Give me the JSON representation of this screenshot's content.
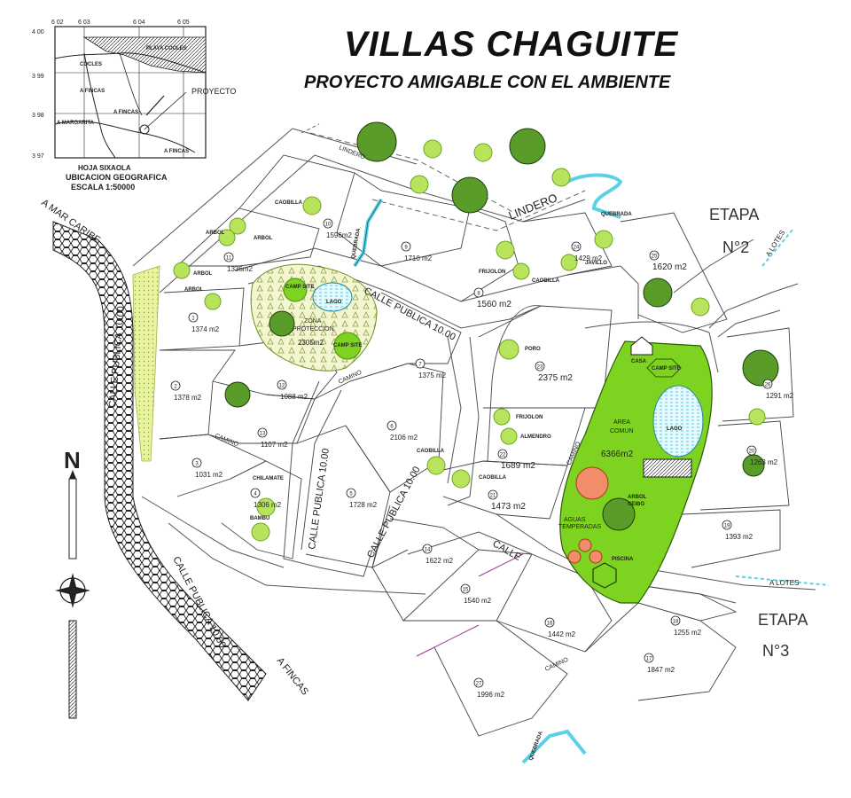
{
  "header": {
    "title": "VILLAS CHAGUITE",
    "subtitle": "PROYECTO  AMIGABLE CON EL AMBIENTE"
  },
  "location_map": {
    "x_ticks": [
      "6 02",
      "6 03",
      "6 04",
      "6 05"
    ],
    "y_ticks": [
      "4 00",
      "3 99",
      "3 98",
      "3 97"
    ],
    "places": [
      "COCLES",
      "A FINCAS",
      "A FINCAS",
      "A FINCAS",
      "A MARGARITA",
      "PLAYA COCLES"
    ],
    "project_label": "PROYECTO",
    "sheet": "HOJA SIXAOLA",
    "caption1": "UBICACION GEOGRAFICA",
    "caption2": "ESCALA 1:50000"
  },
  "directions": {
    "mar_caribe": "A MAR CARIBE",
    "fincas": "A FINCAS",
    "lotes1": "A LOTES",
    "lotes2": "A LOTES",
    "north": "N"
  },
  "streets": {
    "publica_west": "CALLE PUBLICA 10.00",
    "publica_center": "CALLE PUBLICA 10.00",
    "publica_mid": "CALLE PUBLICA 10.00",
    "publica_south": "CALLE PUBLICA 10.00",
    "publica_east": "CALLE PUBLICA 10.00",
    "calle": "CALLE",
    "camino1": "CAMINO",
    "camino2": "CAMINO",
    "camino3": "CAMINO",
    "camino4": "CAMINO",
    "lindero1": "LINDERO",
    "lindero2": "LINDERO",
    "quebrada1": "QUEBRADA",
    "quebrada2": "QUEBRADA",
    "quebrada3": "QUEBRADA"
  },
  "etapas": {
    "e2_label": "ETAPA",
    "e2_num": "N°2",
    "e3_label": "ETAPA",
    "e3_num": "N°3"
  },
  "lots": [
    {
      "num": "1",
      "area": "1374 m2"
    },
    {
      "num": "2",
      "area": "1378 m2"
    },
    {
      "num": "3",
      "area": "1031 m2"
    },
    {
      "num": "4",
      "area": "1306 m2"
    },
    {
      "num": "5",
      "area": "1728 m2"
    },
    {
      "num": "6",
      "area": "2106 m2"
    },
    {
      "num": "7",
      "area": "1375 m2"
    },
    {
      "num": "8",
      "area": "1560 m2"
    },
    {
      "num": "9",
      "area": "1710 m2"
    },
    {
      "num": "10",
      "area": "1596m2"
    },
    {
      "num": "11",
      "area": "1336m2"
    },
    {
      "num": "12",
      "area": "1088 m2"
    },
    {
      "num": "13",
      "area": "1107 m2"
    },
    {
      "num": "14",
      "area": "1622 m2"
    },
    {
      "num": "15",
      "area": "1540 m2"
    },
    {
      "num": "16",
      "area": "1442 m2"
    },
    {
      "num": "17",
      "area": "1847 m2"
    },
    {
      "num": "18",
      "area": "1255 m2"
    },
    {
      "num": "19",
      "area": "1393 m2"
    },
    {
      "num": "20",
      "area": "1263 m2"
    },
    {
      "num": "21",
      "area": "1473 m2"
    },
    {
      "num": "22",
      "area": "1689 m2"
    },
    {
      "num": "23",
      "area": "2375 m2"
    },
    {
      "num": "24",
      "area": "1429 m2"
    },
    {
      "num": "25",
      "area": "1620 m2"
    },
    {
      "num": "26",
      "area": "1291 m2"
    },
    {
      "num": "27",
      "area": "1996 m2"
    }
  ],
  "trees": {
    "caobilla": "CAOBILLA",
    "arbol": "ARBOL",
    "frijolon": "FRIJOLON",
    "javillo": "JAVILLO",
    "poro": "PORO",
    "almendro": "ALMENDRO",
    "chilamate": "CHILAMATE",
    "bambu": "BAMBU",
    "arbol_ceibo1": "ARBOL",
    "arbol_ceibo2": "CEIBO"
  },
  "protection_zone": {
    "camp_site": "CAMP SITE",
    "lago": "LAGO",
    "zona1": "ZONA",
    "zona2": "PROTECCION",
    "area": "2305m2"
  },
  "common_area": {
    "casa": "CASA",
    "camp_site": "CAMP SITE",
    "lago": "LAGO",
    "area_label1": "AREA",
    "area_label2": "COMUN",
    "area": "6366m2",
    "aguas1": "AGUAS",
    "aguas2": "TEMPERADAS",
    "piscina": "PISCINA"
  },
  "colors": {
    "common_green": "#7ed321",
    "tree_green": "#b8e35c",
    "water": "#5ad2e6",
    "road_line": "#555555",
    "zone_yellow": "#f3f3b0"
  }
}
